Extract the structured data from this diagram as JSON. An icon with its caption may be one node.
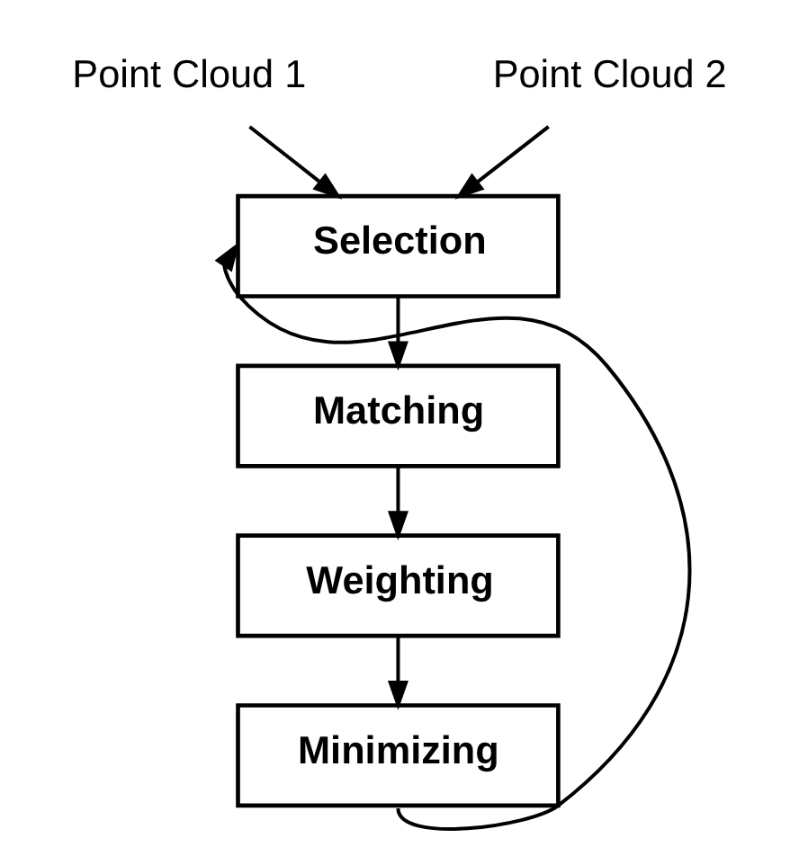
{
  "diagram": {
    "nodes": [
      {
        "text": [
          "Point Cloud 1"
        ]
      },
      {
        "text": [
          "Point Cloud 2"
        ]
      },
      {
        "text": [
          "Selection"
        ]
      },
      {
        "text": [
          "Matching"
        ]
      },
      {
        "text": [
          "Weighting"
        ]
      },
      {
        "text": [
          "Minimizing"
        ]
      }
    ],
    "edges": [
      {
        "from": 0,
        "to": 2,
        "arrow": "to"
      },
      {
        "from": 1,
        "to": 2,
        "arrow": "to"
      },
      {
        "from": 2,
        "to": 3,
        "arrow": "to"
      },
      {
        "from": 3,
        "to": 4,
        "arrow": "to"
      },
      {
        "from": 4,
        "to": 5,
        "arrow": "to"
      },
      {
        "from": 5,
        "to": 2,
        "arrow": "to"
      }
    ]
  }
}
